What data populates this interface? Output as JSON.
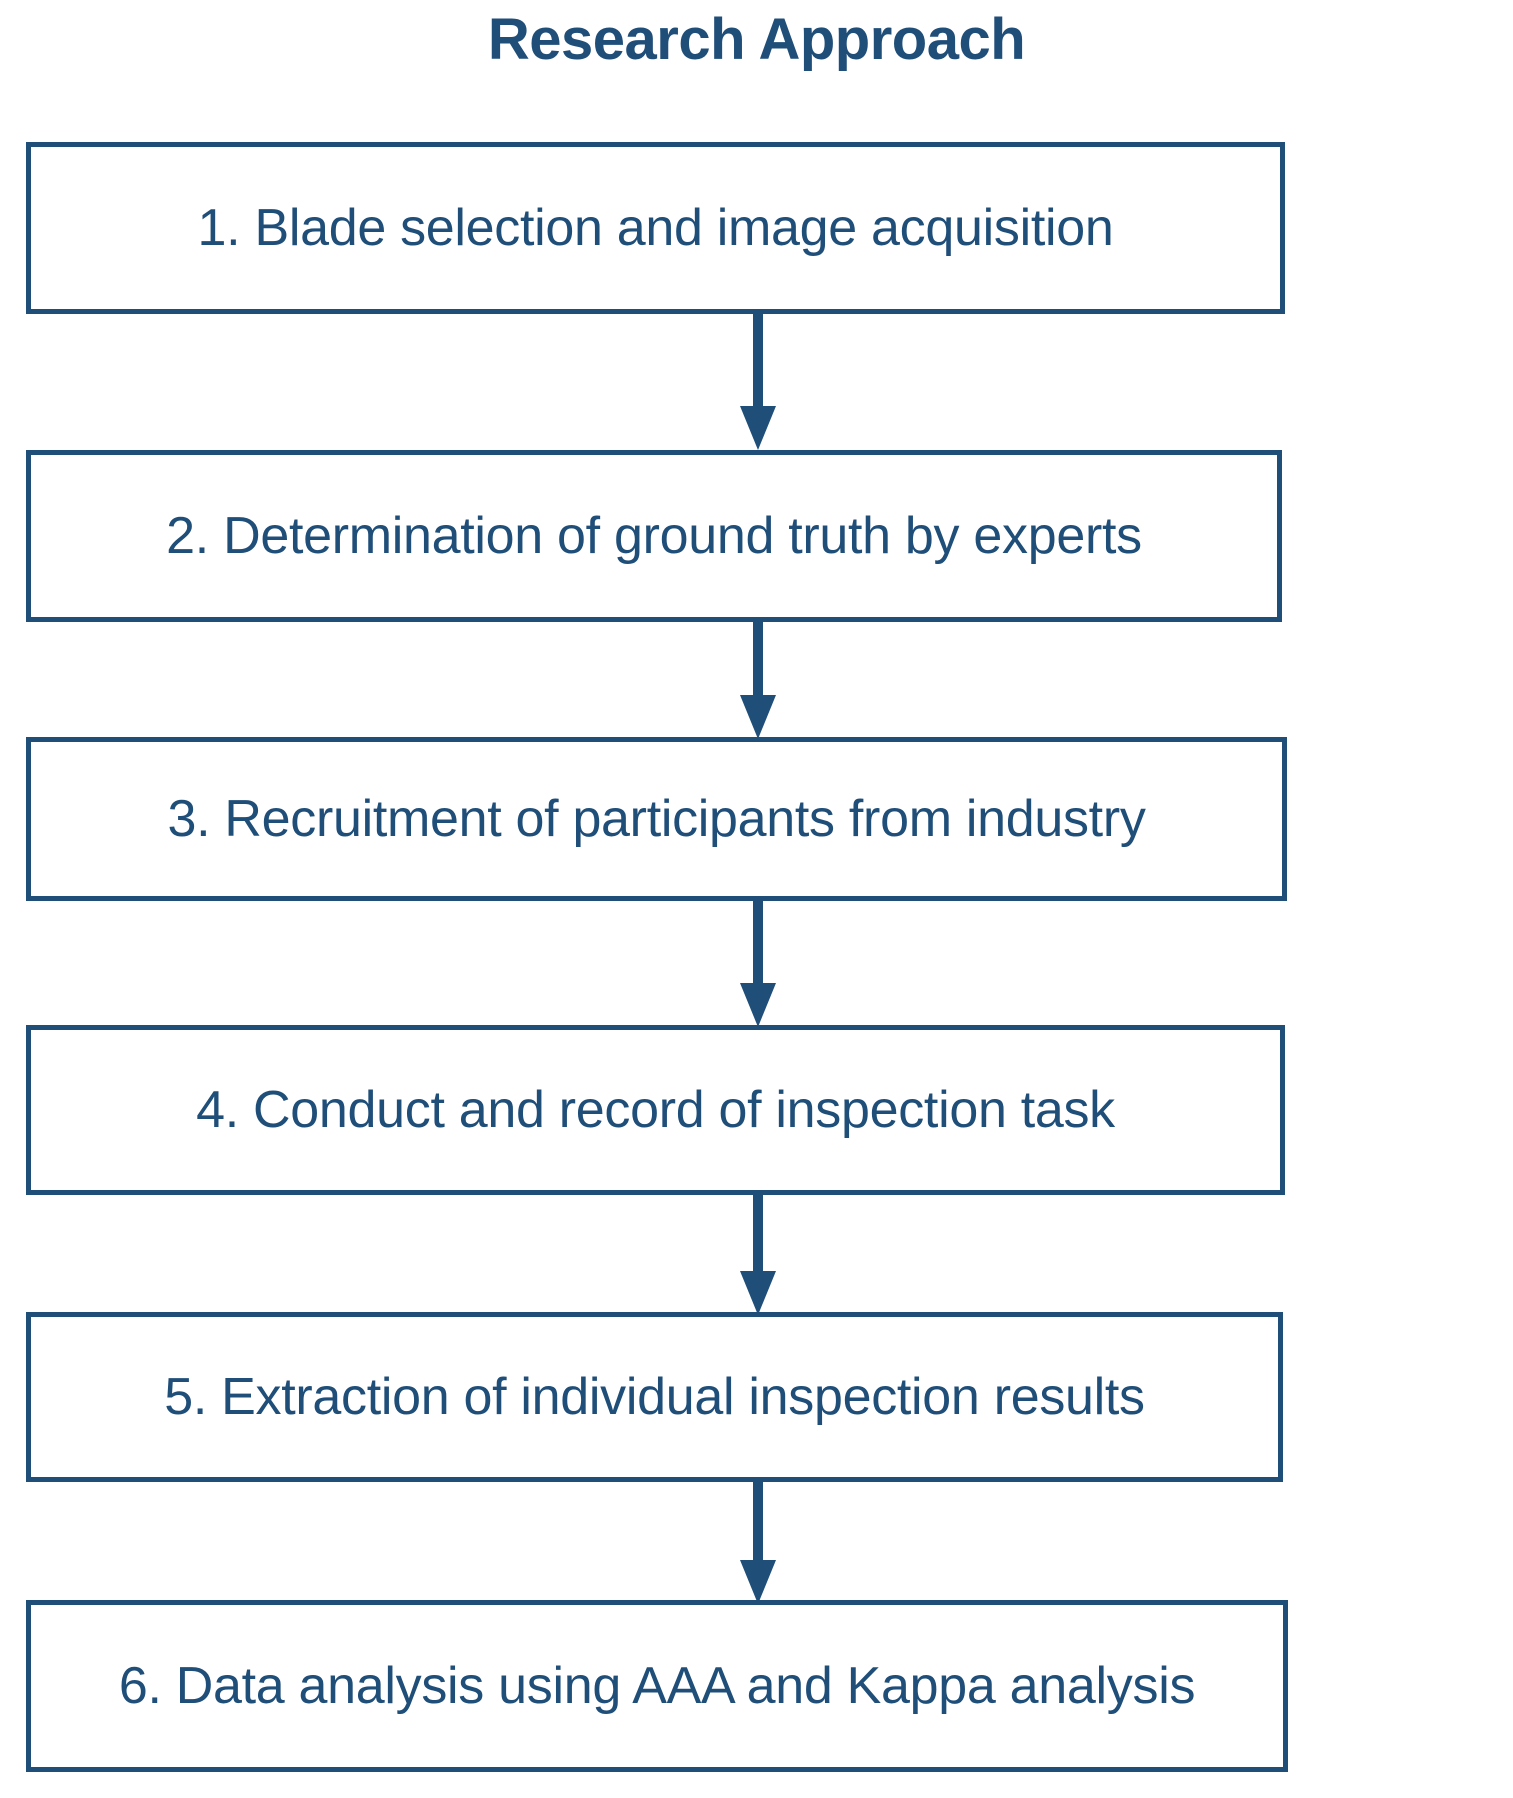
{
  "title": "Research Approach",
  "theme": {
    "accent_color": "#1F4E79",
    "box_fill": "#FFFFFF",
    "background": "#FFFFFF"
  },
  "flow": {
    "steps": [
      {
        "number": "1",
        "label": "1. Blade selection and image acquisition"
      },
      {
        "number": "2",
        "label": "2. Determination of ground truth by experts"
      },
      {
        "number": "3",
        "label": "3. Recruitment of participants from industry"
      },
      {
        "number": "4",
        "label": "4. Conduct and record of inspection task"
      },
      {
        "number": "5",
        "label": "5. Extraction of individual inspection results"
      },
      {
        "number": "6",
        "label": "6. Data analysis using AAA and Kappa analysis"
      }
    ],
    "connectors": [
      {
        "from": "1",
        "to": "2",
        "direction": "down"
      },
      {
        "from": "2",
        "to": "3",
        "direction": "down"
      },
      {
        "from": "3",
        "to": "4",
        "direction": "down"
      },
      {
        "from": "4",
        "to": "5",
        "direction": "down"
      },
      {
        "from": "5",
        "to": "6",
        "direction": "down"
      }
    ]
  }
}
